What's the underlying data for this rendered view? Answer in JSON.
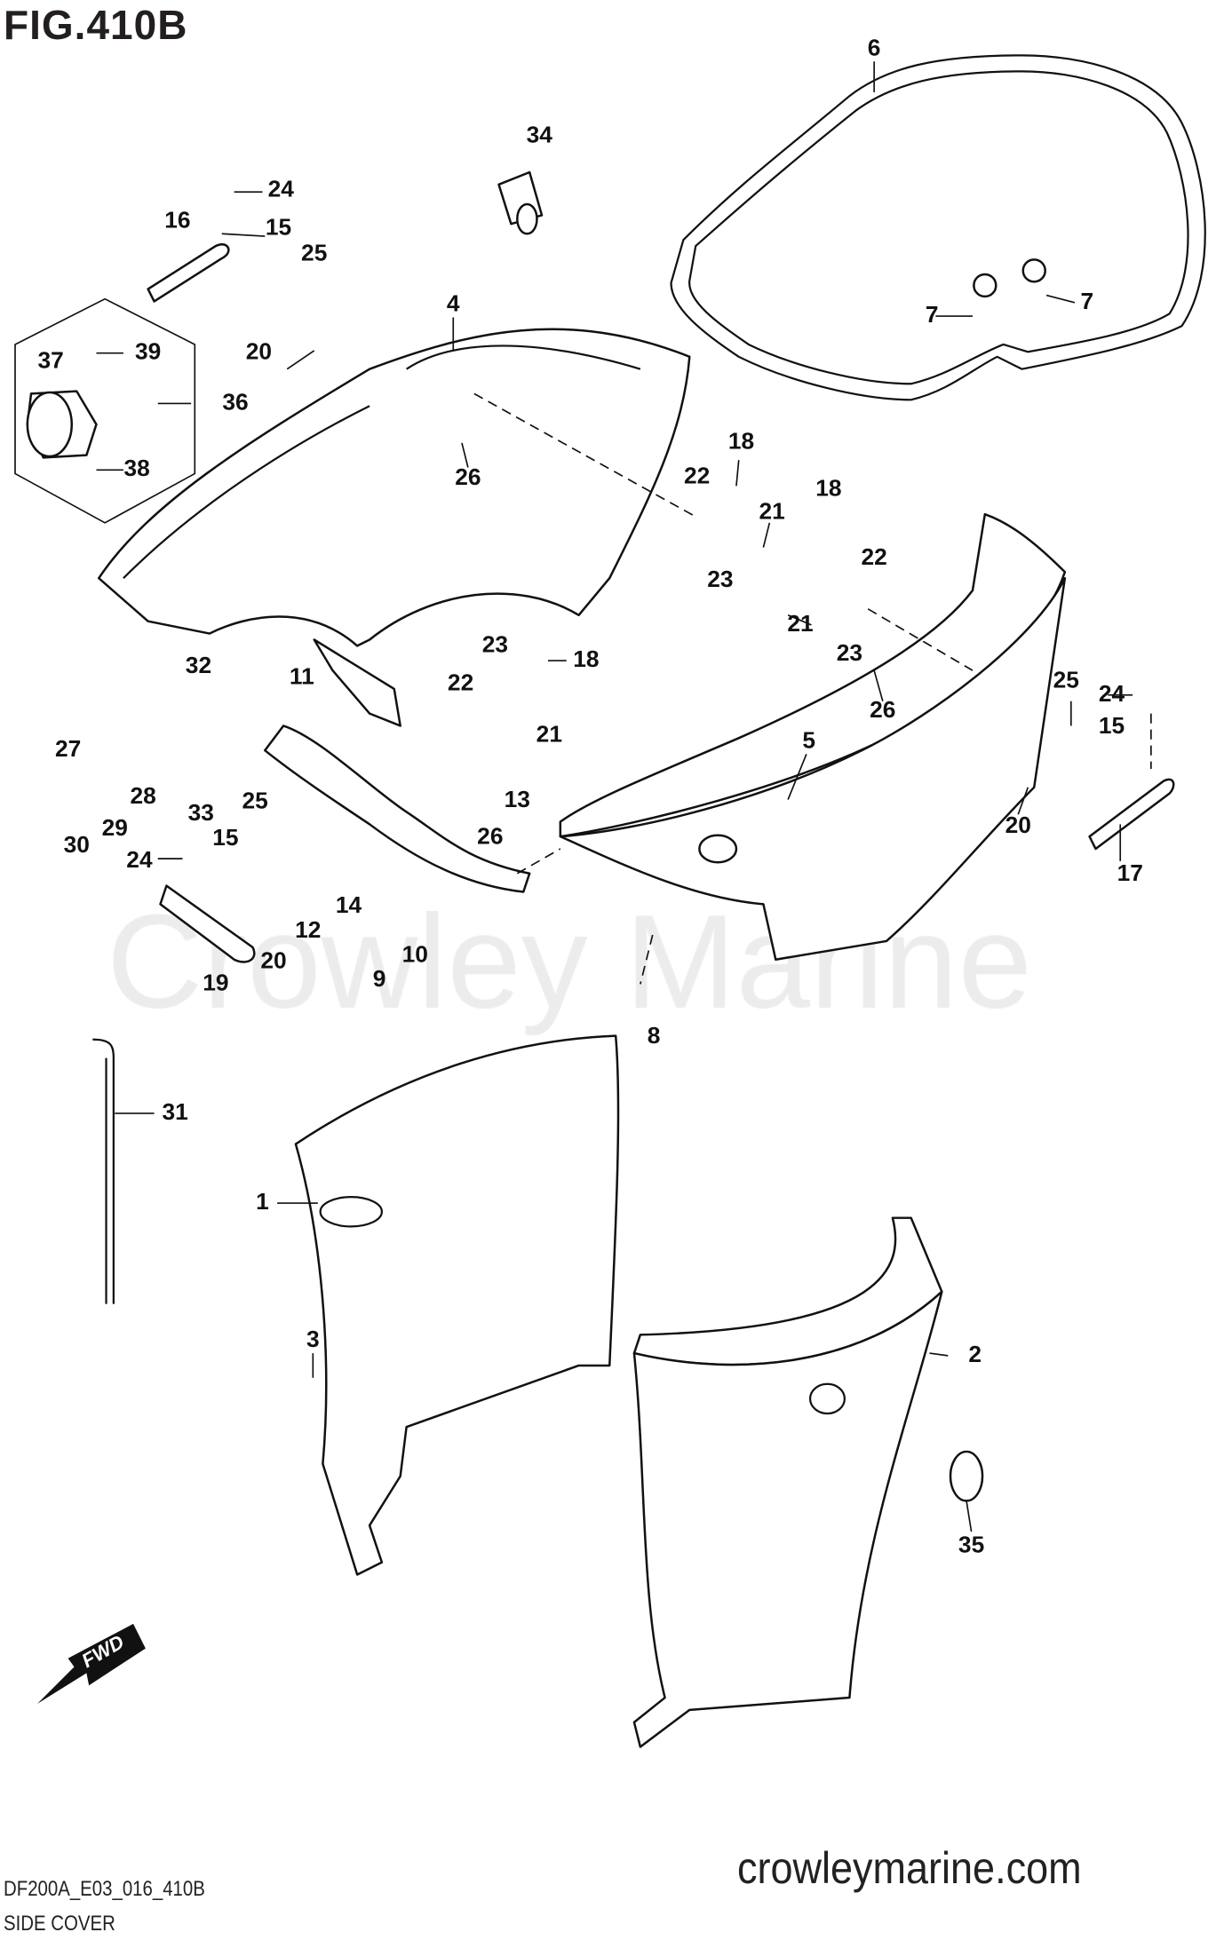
{
  "header": {
    "figure": "FIG.410B"
  },
  "footer": {
    "code": "DF200A_E03_016_410B",
    "title": "SIDE COVER",
    "site": "crowleymarine.com"
  },
  "watermark": "Crowley Marine",
  "fwd_label": "FWD",
  "callouts": [
    "6",
    "34",
    "24",
    "16",
    "15",
    "25",
    "4",
    "37",
    "39",
    "36",
    "38",
    "20",
    "7",
    "7",
    "26",
    "18",
    "22",
    "21",
    "23",
    "18",
    "22",
    "21",
    "23",
    "26",
    "32",
    "11",
    "23",
    "18",
    "22",
    "21",
    "27",
    "28",
    "33",
    "29",
    "30",
    "25",
    "15",
    "24",
    "13",
    "26",
    "5",
    "25",
    "24",
    "15",
    "20",
    "17",
    "12",
    "14",
    "9",
    "10",
    "19",
    "20",
    "8",
    "31",
    "1",
    "2",
    "3",
    "35"
  ]
}
